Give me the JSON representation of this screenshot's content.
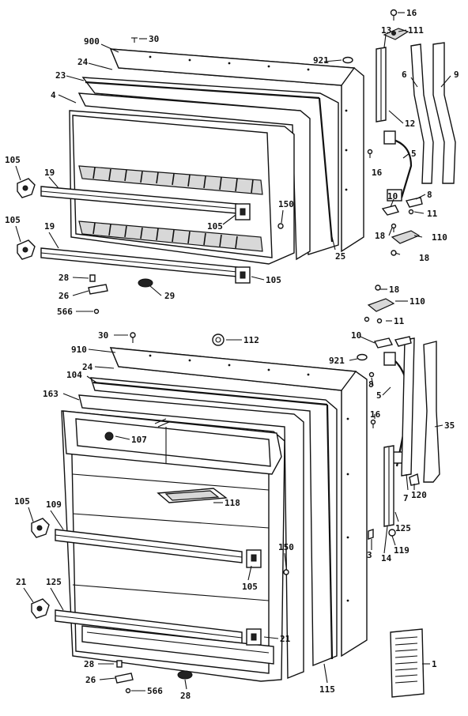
{
  "diagram": {
    "upper_door_labels": {
      "l16a": "16",
      "l111a": "111",
      "l900": "900",
      "l30a": "30",
      "l13": "13",
      "l921a": "921",
      "l24a": "24",
      "l6": "6",
      "l9": "9",
      "l23": "23",
      "l4a": "4",
      "l12": "12",
      "l5a": "5",
      "l16b": "16",
      "l105a": "105",
      "l19a": "19",
      "l8a": "8",
      "l10a": "10",
      "l11a": "11",
      "l150a": "150",
      "l105b": "105",
      "l105c": "105",
      "l19b": "19",
      "l18a": "18",
      "l110a": "110",
      "l25": "25",
      "l18b": "18",
      "l28a": "28",
      "l105d": "105",
      "l26a": "26",
      "l29": "29",
      "l566a": "566"
    },
    "lower_door_labels": {
      "l18c": "18",
      "l110b": "110",
      "l11b": "11",
      "l30b": "30",
      "l112": "112",
      "l10b": "10",
      "l910": "910",
      "l921b": "921",
      "l24b": "24",
      "l8b": "8",
      "l104": "104",
      "l5b": "5",
      "l35": "35",
      "l163": "163",
      "l16c": "16",
      "l107": "107",
      "l7": "7",
      "l120": "120",
      "l118": "118",
      "l105e": "105",
      "l109": "109",
      "l125a": "125",
      "l150b": "150",
      "l3": "3",
      "l14": "14",
      "l119": "119",
      "l105f": "105",
      "l21a": "21",
      "l125b": "125",
      "l21b": "21",
      "l1": "1",
      "l28b": "28",
      "l115": "115",
      "l26b": "26",
      "l566b": "566",
      "l28c": "28"
    }
  }
}
